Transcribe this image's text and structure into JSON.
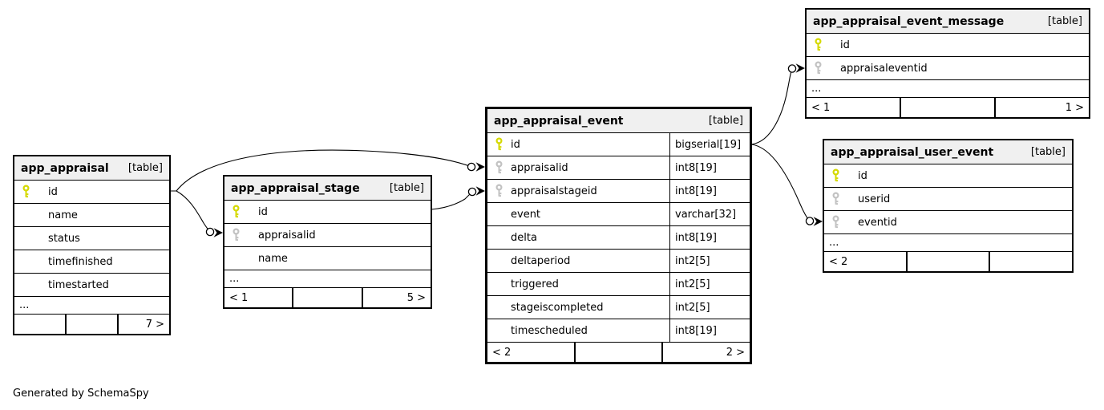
{
  "diagram": {
    "generated_by": "Generated by SchemaSpy",
    "colors": {
      "primary_key": "#d5d900",
      "foreign_key": "#c2c2c2",
      "header_bg": "#f0f0f0",
      "border": "#000000"
    },
    "tables": [
      {
        "title": "app_appraisal",
        "tag": "[table]",
        "ellipsis": "...",
        "footer_left": "",
        "footer_right": "7 >",
        "columns": [
          {
            "name": "id",
            "key": "primary"
          },
          {
            "name": "name"
          },
          {
            "name": "status"
          },
          {
            "name": "timefinished"
          },
          {
            "name": "timestarted"
          }
        ]
      },
      {
        "title": "app_appraisal_stage",
        "tag": "[table]",
        "ellipsis": "...",
        "footer_left": "< 1",
        "footer_right": "5 >",
        "columns": [
          {
            "name": "id",
            "key": "primary"
          },
          {
            "name": "appraisalid",
            "key": "foreign"
          },
          {
            "name": "name"
          }
        ]
      },
      {
        "title": "app_appraisal_event",
        "tag": "[table]",
        "footer_left": "< 2",
        "footer_right": "2 >",
        "columns": [
          {
            "name": "id",
            "type": "bigserial[19]",
            "key": "primary"
          },
          {
            "name": "appraisalid",
            "type": "int8[19]",
            "key": "foreign"
          },
          {
            "name": "appraisalstageid",
            "type": "int8[19]",
            "key": "foreign"
          },
          {
            "name": "event",
            "type": "varchar[32]"
          },
          {
            "name": "delta",
            "type": "int8[19]"
          },
          {
            "name": "deltaperiod",
            "type": "int2[5]"
          },
          {
            "name": "triggered",
            "type": "int2[5]"
          },
          {
            "name": "stageiscompleted",
            "type": "int2[5]"
          },
          {
            "name": "timescheduled",
            "type": "int8[19]"
          }
        ]
      },
      {
        "title": "app_appraisal_event_message",
        "tag": "[table]",
        "ellipsis": "...",
        "footer_left": "< 1",
        "footer_right": "1 >",
        "columns": [
          {
            "name": "id",
            "key": "primary"
          },
          {
            "name": "appraisaleventid",
            "key": "foreign"
          }
        ]
      },
      {
        "title": "app_appraisal_user_event",
        "tag": "[table]",
        "ellipsis": "...",
        "footer_left": "< 2",
        "footer_right": "",
        "columns": [
          {
            "name": "id",
            "key": "primary"
          },
          {
            "name": "userid",
            "key": "foreign"
          },
          {
            "name": "eventid",
            "key": "foreign"
          }
        ]
      }
    ],
    "relationships": [
      {
        "from": "app_appraisal.id",
        "to": "app_appraisal_stage.appraisalid"
      },
      {
        "from": "app_appraisal.id",
        "to": "app_appraisal_event.appraisalid"
      },
      {
        "from": "app_appraisal_stage.id",
        "to": "app_appraisal_event.appraisalstageid"
      },
      {
        "from": "app_appraisal_event.id",
        "to": "app_appraisal_event_message.appraisaleventid"
      },
      {
        "from": "app_appraisal_event.id",
        "to": "app_appraisal_user_event.eventid"
      }
    ]
  }
}
